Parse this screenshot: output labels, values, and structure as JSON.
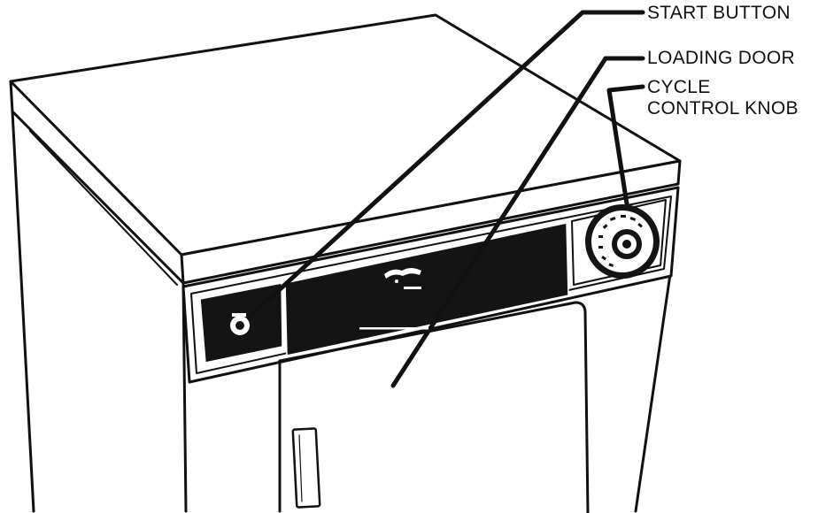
{
  "labels": {
    "start_button": "START BUTTON",
    "loading_door": "LOADING DOOR",
    "cycle_control_knob": [
      "CYCLE",
      "CONTROL KNOB"
    ]
  },
  "icons": [
    "whirlpool-logo"
  ],
  "colors": {
    "ink": "#111111",
    "panel": "#141414",
    "paper": "#ffffff"
  }
}
